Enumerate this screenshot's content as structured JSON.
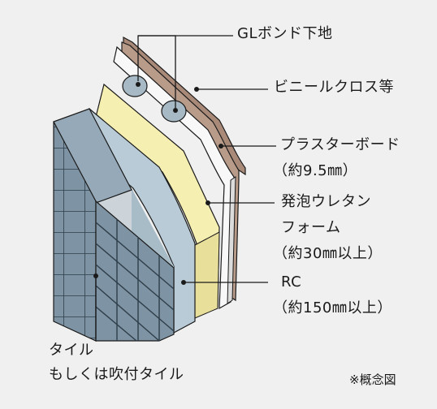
{
  "labels": {
    "gl_bond": "GLボンド下地",
    "vinyl_cloth": "ビニールクロス等",
    "plaster_board": "プラスターボード",
    "plaster_board_sub": "（約9.5㎜）",
    "urethane_line1": "発泡ウレタン",
    "urethane_line2": "フォーム",
    "urethane_sub": "（約30㎜以上）",
    "rc": "RC",
    "rc_sub": "（約150㎜以上）",
    "tile_line1": "タイル",
    "tile_line2": "もしくは吹付タイル",
    "note": "※概念図"
  },
  "colors": {
    "background": "#f0f0f0",
    "tile": "#7e93a3",
    "concrete": "#b9cbd6",
    "urethane": "#f6efb2",
    "plaster": "#f8f8f8",
    "vinyl": "#b99b8a",
    "line": "#1a1a1a"
  }
}
